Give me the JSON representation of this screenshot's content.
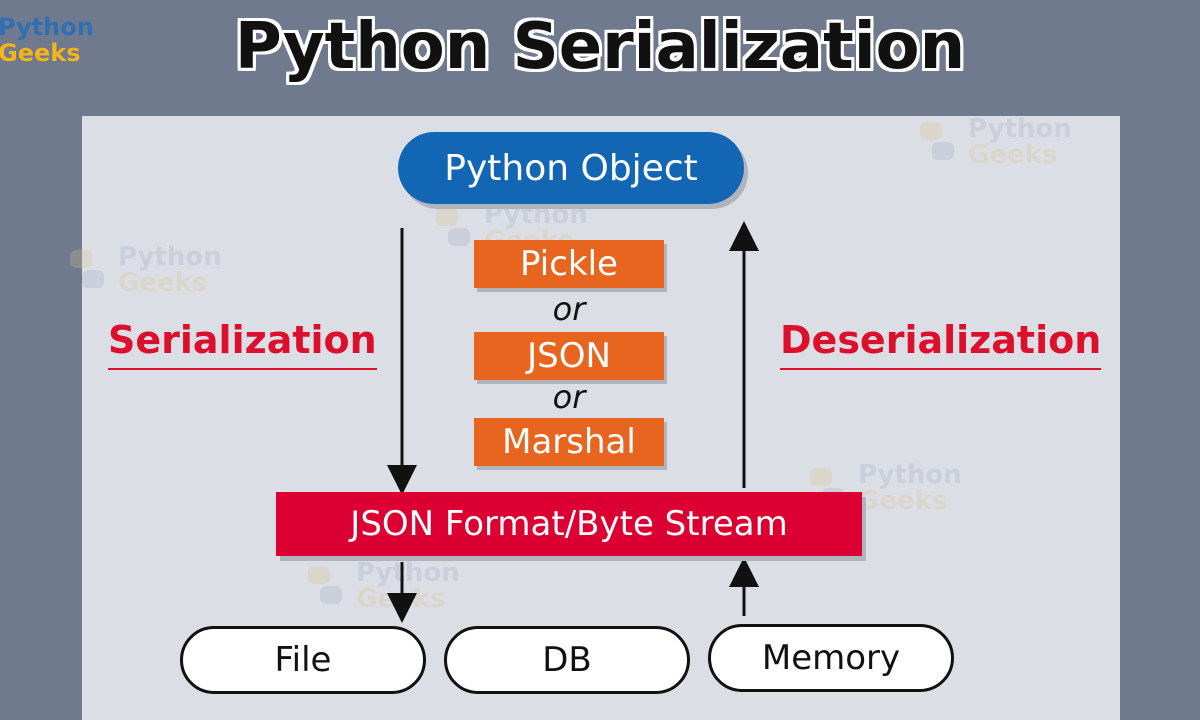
{
  "logo": {
    "line1": "Python",
    "line2": "Geeks"
  },
  "title": "Python Serialization",
  "watermark": {
    "line1": "Python",
    "line2": "Geeks"
  },
  "diagram": {
    "python_object": "Python Object",
    "methods": [
      "Pickle",
      "JSON",
      "Marshal"
    ],
    "separator": "or",
    "stream": "JSON Format/Byte Stream",
    "left_label": "Serialization",
    "right_label": "Deserialization",
    "storage": [
      "File",
      "DB",
      "Memory"
    ]
  },
  "colors": {
    "background": "#6f7a8f",
    "panel": "#dcdee5",
    "object_blue": "#1366b3",
    "method_orange": "#e7651f",
    "stream_red": "#dc0032",
    "label_red": "#dc0f2c"
  }
}
